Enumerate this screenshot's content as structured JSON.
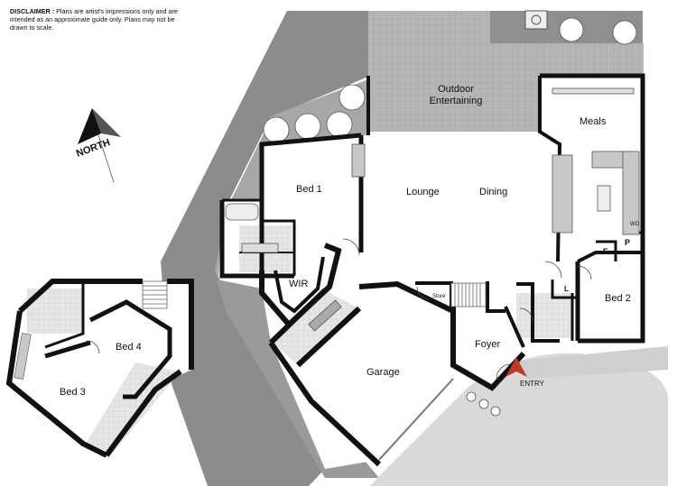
{
  "disclaimer": {
    "heading": "DISCLAIMER :",
    "text": "Plans are artist's impressions only and are intended as an approximate guide only.  Plans may not be drawn to scale."
  },
  "compass": {
    "label": "NORTH"
  },
  "rooms": {
    "outdoor_line1": "Outdoor",
    "outdoor_line2": "Entertaining",
    "meals": "Meals",
    "bed1": "Bed 1",
    "lounge": "Lounge",
    "dining": "Dining",
    "wir": "WIR",
    "bed2": "Bed 2",
    "store": "Store",
    "foyer": "Foyer",
    "garage": "Garage",
    "entry": "ENTRY",
    "bed3": "Bed 3",
    "bed4": "Bed 4",
    "wo": "WO",
    "p": "P",
    "f": "F",
    "l": "L"
  },
  "colors": {
    "wall": "#111111",
    "paving": "#b9b9b9",
    "grass": "#8c8c8c",
    "driveway": "#d9d9d9",
    "bench": "#c8c8c8"
  }
}
